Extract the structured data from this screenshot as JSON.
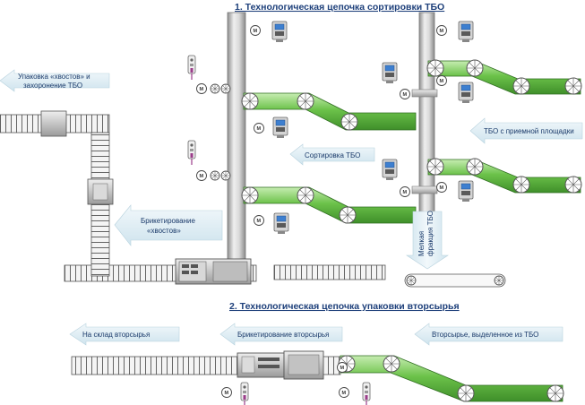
{
  "titles": {
    "sorting_chain": "1. Технологическая цепочка сортировки ТБО",
    "packing_chain": "2. Технологическая цепочка упаковки вторсырья"
  },
  "labels": {
    "tails_packing": [
      "Упаковка «хвостов» и",
      "захоронение ТБО"
    ],
    "msw_from_receiving": "ТБО с приемной площадки",
    "msw_sorting": "Сортировка ТБО",
    "tails_briquetting": [
      "Брикетирование",
      "«хвостов»"
    ],
    "fine_fraction": [
      "Мелкая",
      "фракция ТБО"
    ],
    "to_recyclables_warehouse": "На склад вторсырья",
    "recyclables_briquetting": "Брикетирование вторсырья",
    "recyclables_separated": "Вторсырье, выделенное из  ТБО"
  },
  "motor_symbol": "M",
  "colors": {
    "title": "#1d3f7a",
    "label_text": "#1a3a6a",
    "arrow_fill": "#dcecf4",
    "belt_green": "#6cc24a",
    "belt_dark": "#3f8f2a",
    "column_gray": "#c8c8c8",
    "roller_line": "#555555"
  },
  "icons": [
    "motor-icon",
    "control-panel-icon",
    "pendant-switch-icon",
    "roller-icon",
    "arrow-icon"
  ]
}
